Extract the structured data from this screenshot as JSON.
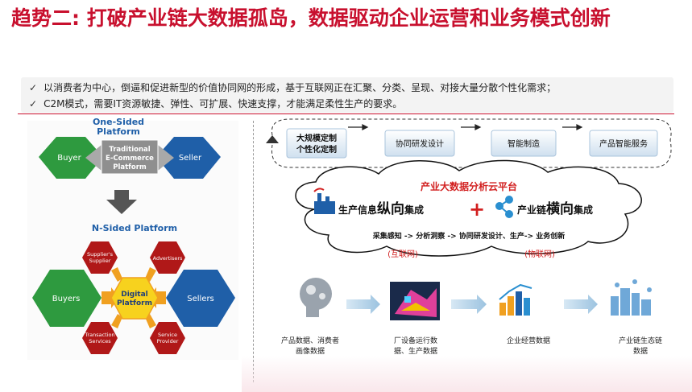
{
  "title": "趋势二: 打破产业链大数据孤岛，数据驱动企业运营和业务模式创新",
  "bullets": [
    "以消费者为中心，倒逼和促进新型的价值协同网的形成，基于互联网正在汇聚、分类、呈现、对接大量分散个性化需求；",
    "C2M模式，需要IT资源敏捷、弹性、可扩展、快速支撑，才能满足柔性生产的要求。"
  ],
  "one_sided": {
    "heading_line1": "One-Sided",
    "heading_line2": "Platform",
    "left": "Buyer",
    "center_lines": [
      "Traditional",
      "E-Commerce",
      "Platform"
    ],
    "right": "Seller"
  },
  "n_sided": {
    "heading": "N-Sided Platform",
    "center_lines": [
      "Digital",
      "Platform"
    ],
    "left": "Buyers",
    "right": "Sellers",
    "top_left_lines": [
      "Supplier's",
      "Supplier"
    ],
    "top_right": "Advertisers",
    "bottom_left_lines": [
      "Transaction",
      "Services"
    ],
    "bottom_right_lines": [
      "Service",
      "Provider"
    ]
  },
  "flow_steps": [
    {
      "line1": "大规模定制",
      "line2": "个性化定制"
    },
    {
      "line1": "协同研发设计",
      "line2": ""
    },
    {
      "line1": "智能制造",
      "line2": ""
    },
    {
      "line1": "产品智能服务",
      "line2": ""
    }
  ],
  "cloud": {
    "title": "产业大数据分析云平台",
    "left_prefix": "生产信息",
    "left_big": "纵向",
    "left_suffix": "集成",
    "plus": "+",
    "right_prefix": "产业链",
    "right_big": "横向",
    "right_suffix": "集成",
    "chain": "采集感知 -> 分析洞察 -> 协同研发设计、生产-> 业务创新",
    "net_left": "(互联网)",
    "net_right": "(物联网)"
  },
  "bottom_items": [
    {
      "line1": "产品数据、消费者",
      "line2": "画像数据"
    },
    {
      "line1": "厂设备运行数",
      "line2": "据、生产数据"
    },
    {
      "line1": "企业经营数据",
      "line2": ""
    },
    {
      "line1": "产业链生态链",
      "line2": "数据"
    }
  ],
  "colors": {
    "title": "#c8102e",
    "green": "#2e9a3f",
    "blue": "#1f5fa8",
    "dark_red": "#b01818",
    "orange": "#f0a020",
    "yellow": "#f7d21e",
    "accent_red": "#d22020"
  }
}
